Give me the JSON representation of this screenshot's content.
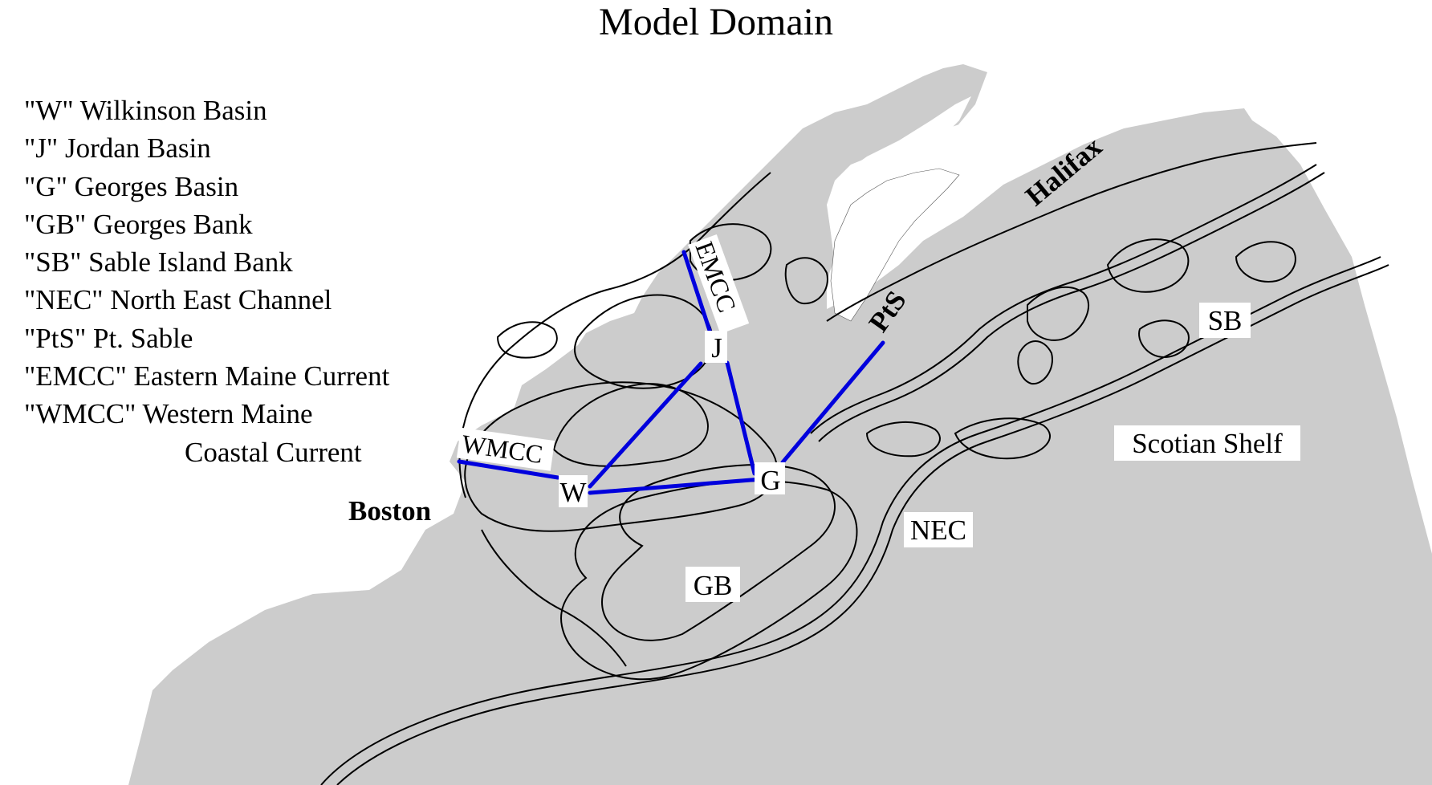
{
  "title": "Model Domain",
  "legend": [
    "\"W\" Wilkinson Basin",
    "\"J\" Jordan Basin",
    "\"G\" Georges Basin",
    "\"GB\" Georges Bank",
    "\"SB\" Sable Island Bank",
    "\"NEC\" North East Channel",
    "\"PtS\" Pt. Sable",
    "\"EMCC\" Eastern Maine Current",
    "\"WMCC\" Western Maine",
    "Coastal Current"
  ],
  "places": {
    "boston": "Boston",
    "halifax": "Halifax",
    "pts": "PtS"
  },
  "stations": {
    "w": "W",
    "j": "J",
    "g": "G"
  },
  "regions": {
    "gb": "GB",
    "sb": "SB",
    "nec": "NEC",
    "scotian_shelf": "Scotian Shelf",
    "emcc": "EMCC",
    "wmcc": "WMCC"
  },
  "colors": {
    "ocean": "#cccccc",
    "land": "#ffffff",
    "contour": "#000000",
    "transect": "#0000dd"
  }
}
